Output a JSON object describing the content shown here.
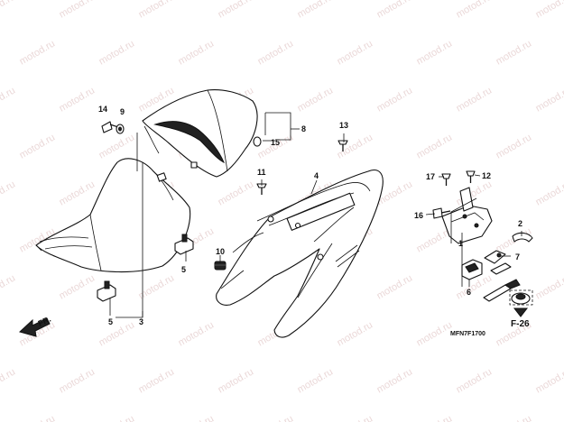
{
  "watermark": "motod.ru",
  "part_numbers": {
    "p1": "1",
    "p2": "2",
    "p3": "3",
    "p4": "4",
    "p5a": "5",
    "p5b": "5",
    "p6": "6",
    "p7": "7",
    "p8": "8",
    "p9": "9",
    "p10": "10",
    "p11": "11",
    "p12": "12",
    "p13": "13",
    "p14": "14",
    "p15": "15",
    "p16": "16",
    "p17": "17"
  },
  "front_label": "FR.",
  "ref_label": "F-26",
  "diagram_code": "MFN7F1700"
}
